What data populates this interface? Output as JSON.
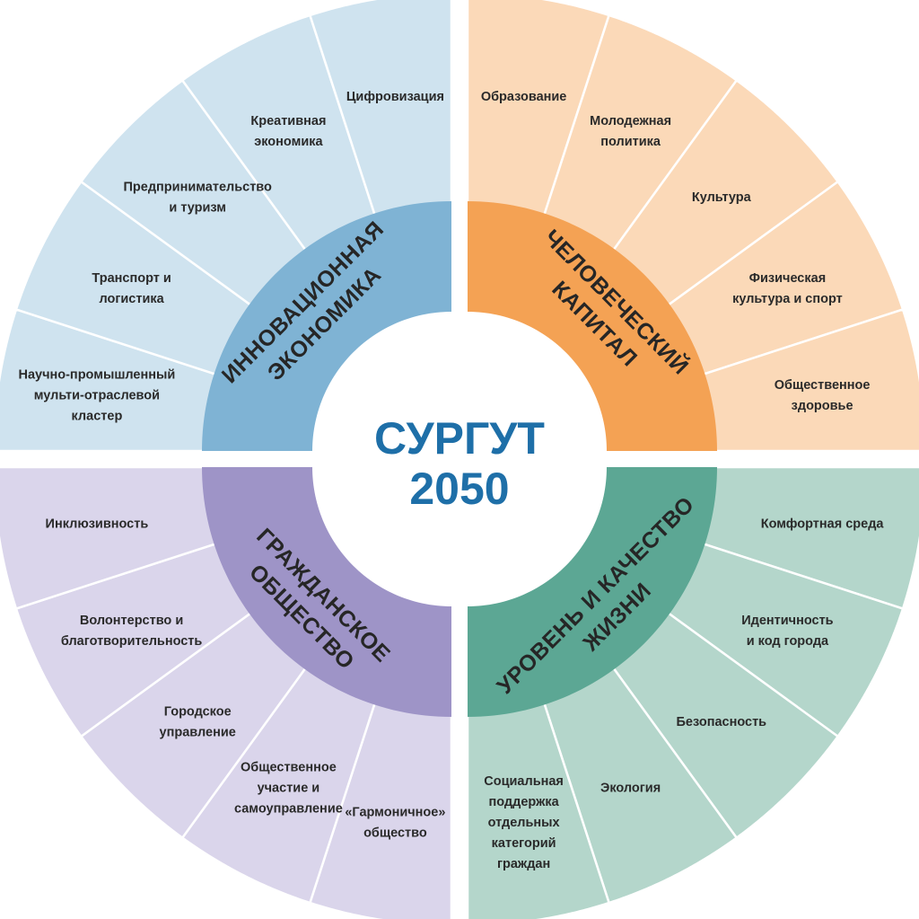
{
  "center": {
    "title_line1": "СУРГУТ",
    "title_line2": "2050",
    "color": "#1e6fa8"
  },
  "quadrants": [
    {
      "id": "innovation",
      "ring_label": [
        "ИННОВАЦИОННАЯ",
        "ЭКОНОМИКА"
      ],
      "inner_color": "#7fb3d4",
      "outer_color": "#cfe3ef",
      "sectors": [
        [
          "Научно-промышленный",
          "мульти-отраслевой",
          "кластер"
        ],
        [
          "Транспорт и",
          "логистика"
        ],
        [
          "Предпринимательство",
          "и туризм"
        ],
        [
          "Креативная",
          "экономика"
        ],
        [
          "Цифровизация"
        ]
      ]
    },
    {
      "id": "human",
      "ring_label": [
        "ЧЕЛОВЕЧЕСКИЙ",
        "КАПИТАЛ"
      ],
      "inner_color": "#f4a254",
      "outer_color": "#fbd9b8",
      "sectors": [
        [
          "Образование"
        ],
        [
          "Молодежная",
          "политика"
        ],
        [
          "Культура"
        ],
        [
          "Физическая",
          "культура и спорт"
        ],
        [
          "Общественное",
          "здоровье"
        ]
      ]
    },
    {
      "id": "quality",
      "ring_label": [
        "УРОВЕНЬ И КАЧЕСТВО",
        "ЖИЗНИ"
      ],
      "inner_color": "#5ca794",
      "outer_color": "#b4d6cb",
      "sectors": [
        [
          "Комфортная среда"
        ],
        [
          "Идентичность",
          "и код города"
        ],
        [
          "Безопасность"
        ],
        [
          "Экология"
        ],
        [
          "Социальная",
          "поддержка",
          "отдельных",
          "категорий",
          "граждан"
        ]
      ]
    },
    {
      "id": "civil",
      "ring_label": [
        "ГРАЖДАНСКОЕ",
        "ОБЩЕСТВО"
      ],
      "inner_color": "#9e94c7",
      "outer_color": "#dad5eb",
      "sectors": [
        [
          "«Гармоничное»",
          "общество"
        ],
        [
          "Общественное",
          "участие и",
          "самоуправление"
        ],
        [
          "Городское",
          "управление"
        ],
        [
          "Волонтерство и",
          "благотворительность"
        ],
        [
          "Инклюзивность"
        ]
      ]
    }
  ]
}
